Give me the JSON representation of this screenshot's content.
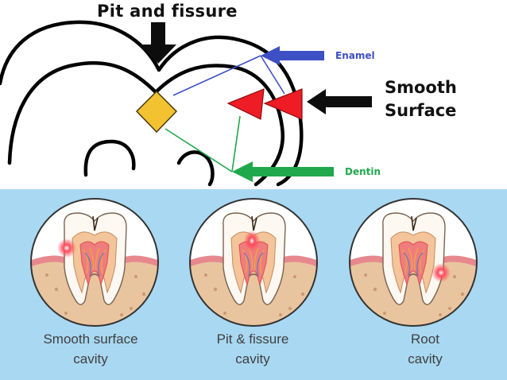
{
  "labels": {
    "title": "Pit and fissure",
    "enamel": "Enamel",
    "smooth_line1": "Smooth",
    "smooth_line2": "Surface",
    "dentin": "Dentin"
  },
  "captions": [
    {
      "line1": "Smooth surface",
      "line2": "cavity"
    },
    {
      "line1": "Pit & fissure",
      "line2": "cavity"
    },
    {
      "line1": "Root",
      "line2": "cavity"
    }
  ],
  "colors": {
    "enamel_arrow": "#3d4fc4",
    "dentin_arrow": "#20a84c",
    "marker_red": "#ee1c24",
    "marker_yellow": "#f2c230",
    "bottom_panel": "#a9d8f2"
  }
}
